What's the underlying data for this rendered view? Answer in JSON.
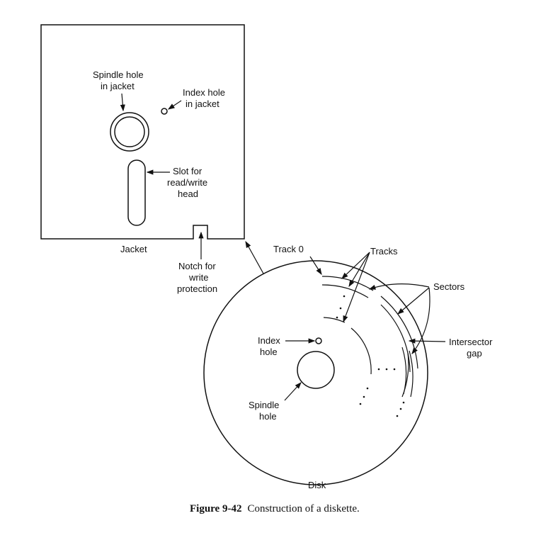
{
  "jacket": {
    "spindle_hole": [
      "Spindle hole",
      "in jacket"
    ],
    "index_hole": [
      "Index hole",
      "in jacket"
    ],
    "slot": [
      "Slot for",
      "read/write",
      "head"
    ],
    "name": "Jacket",
    "notch": [
      "Notch for",
      "write",
      "protection"
    ]
  },
  "disk": {
    "track0": "Track 0",
    "tracks": "Tracks",
    "sectors": "Sectors",
    "intersector_gap": [
      "Intersector",
      "gap"
    ],
    "index_hole": [
      "Index",
      "hole"
    ],
    "spindle_hole": [
      "Spindle",
      "hole"
    ],
    "name": "Disk"
  },
  "caption": {
    "number": "Figure 9-42",
    "text": "Construction of a diskette."
  }
}
